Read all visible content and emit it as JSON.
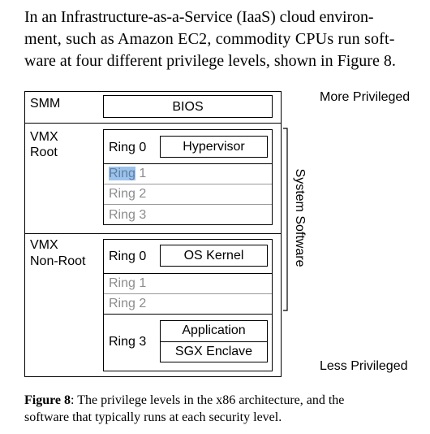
{
  "paragraph": {
    "line1": "In an Infrastructure-as-a-Service (IaaS) cloud environ-",
    "line2": "ment, such as Amazon EC2, commodity CPUs run soft-",
    "line3": "ware at four different privilege levels, shown in Figure 8."
  },
  "diagram": {
    "more_privileged": "More Privileged",
    "less_privileged": "Less Privileged",
    "system_software": "System Software",
    "smm": {
      "label": "SMM",
      "bios": "BIOS"
    },
    "vmx_root": {
      "label_line1": "VMX",
      "label_line2": "Root",
      "ring0": "Ring 0",
      "hypervisor": "Hypervisor",
      "ring1_word": "Ring",
      "ring1_num": " 1",
      "ring2": "Ring 2",
      "ring3": "Ring 3"
    },
    "vmx_nonroot": {
      "label_line1": "VMX",
      "label_line2": "Non-Root",
      "ring0": "Ring 0",
      "os_kernel": "OS Kernel",
      "ring1": "Ring 1",
      "ring2": "Ring 2",
      "ring3": "Ring 3",
      "application": "Application",
      "sgx_enclave": "SGX Enclave"
    }
  },
  "caption": {
    "label": "Figure 8",
    "line1_rest": ":   The privilege levels in the x86 architecture, and the",
    "line2": "software that typically runs at each security level."
  }
}
